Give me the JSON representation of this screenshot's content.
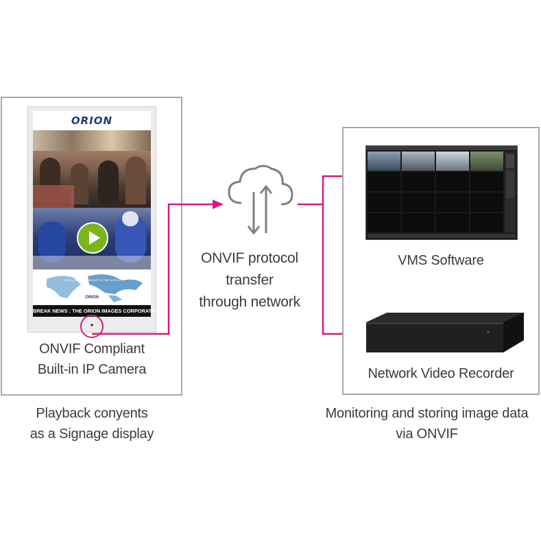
{
  "left_device": {
    "brand_logo": "ORION",
    "ticker_text": "BREAK NEWS : THE ORION IMAGES CORPORATION",
    "map_logo": "ORION",
    "map_slogan": "THE ULTIMATE WINDOWS TO THE WORLD",
    "caption_line1": "ONVIF Compliant",
    "caption_line2": "Built-in IP Camera"
  },
  "left_footer": {
    "line1": "Playback conyents",
    "line2": "as a Signage display"
  },
  "center": {
    "line1": "ONVIF protocol",
    "line2": "transfer",
    "line3": "through network"
  },
  "right_panel": {
    "vms_caption": "VMS Software",
    "nvr_caption": "Network Video Recorder"
  },
  "right_footer": {
    "line1": "Monitoring and storing image data",
    "line2": "via ONVIF"
  },
  "colors": {
    "arrow": "#d6187f",
    "frame": "#a7a7a7",
    "cloud_stroke": "#7f7f7f",
    "play_button": "#7ab51d"
  },
  "icons": [
    "cloud-transfer-icon",
    "play-icon",
    "arrow-icon"
  ]
}
